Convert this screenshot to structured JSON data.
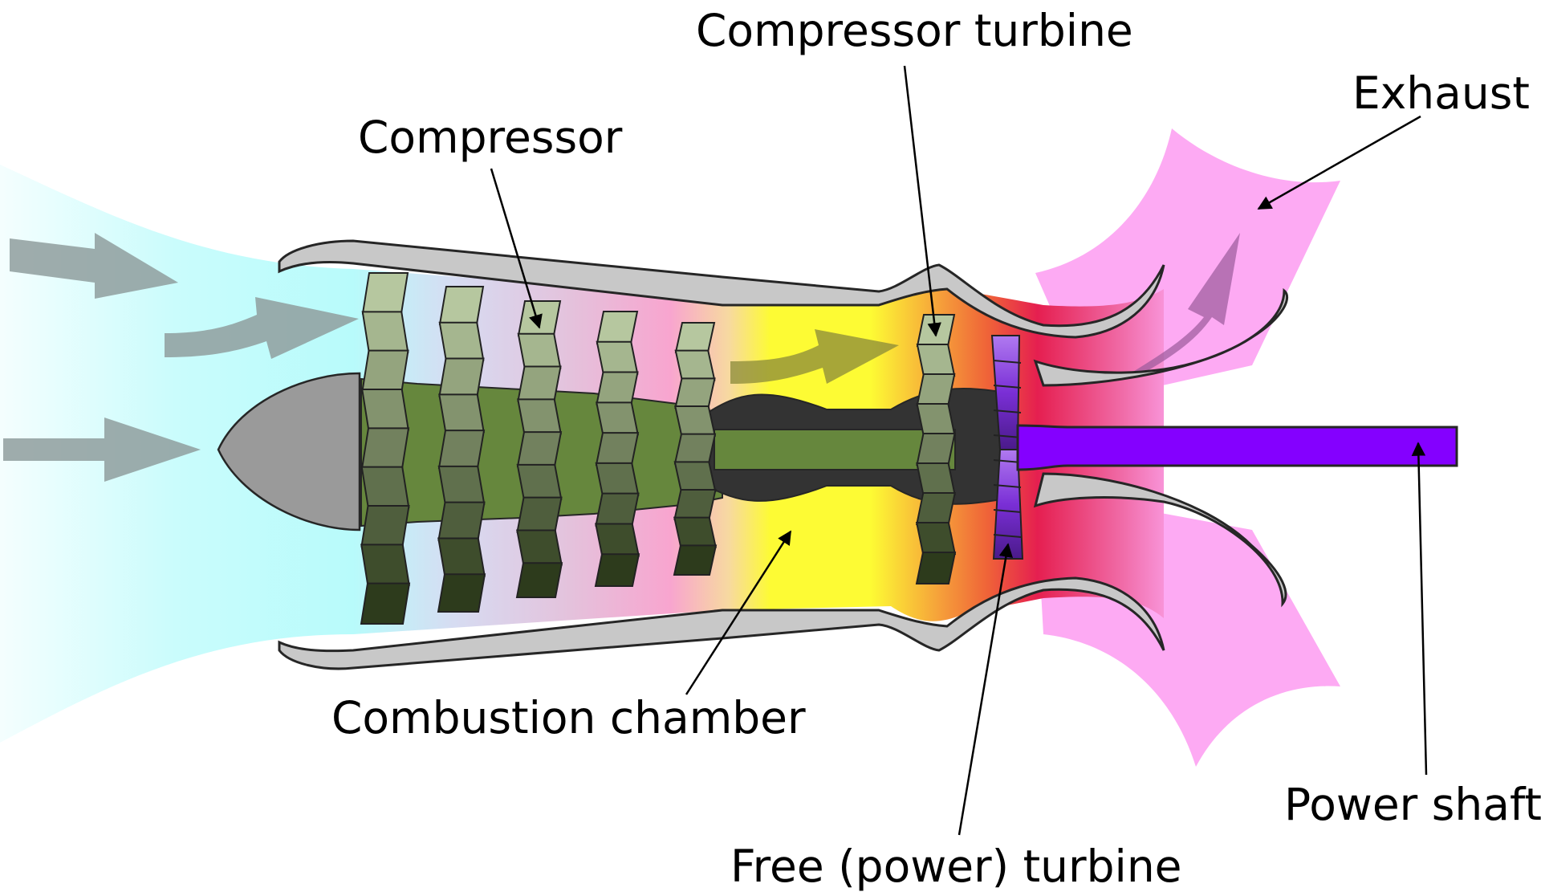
{
  "labels": {
    "compressor": "Compressor",
    "compressor_turbine": "Compressor turbine",
    "exhaust": "Exhaust",
    "combustion_chamber": "Combustion chamber",
    "free_turbine": "Free (power) turbine",
    "power_shaft": "Power shaft"
  },
  "colors": {
    "intake_air": "#b8fbfb",
    "compressor_blade_light": "#b6c79f",
    "compressor_blade_dark": "#2d3b1c",
    "spool": "#66873d",
    "combustion_yellow": "#fdfb34",
    "turbine_red": "#e51f50",
    "exhaust_pink": "#fdaaf3",
    "power_turbine": "#8a2ce6",
    "power_shaft": "#8400ff",
    "casing": "#c8c8c8",
    "nose_cone": "#9a9a9a",
    "core_dark": "#333333"
  }
}
